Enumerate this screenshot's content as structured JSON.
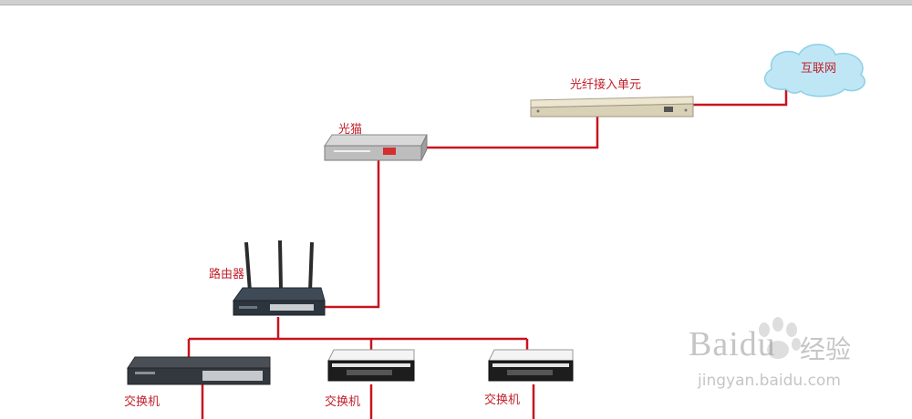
{
  "nodes": {
    "internet": "互联网",
    "fiber_unit": "光纤接入单元",
    "optical_modem": "光猫",
    "router": "路由器",
    "switch_1": "交换机",
    "switch_2": "交换机",
    "switch_3": "交换机"
  },
  "watermark": {
    "brand": "Baidu",
    "brand_cn": "经验",
    "url": "jingyan.baidu.com"
  },
  "colors": {
    "link": "#c8141e",
    "label": "#c0202a",
    "cloud": "#bfe6f5"
  }
}
